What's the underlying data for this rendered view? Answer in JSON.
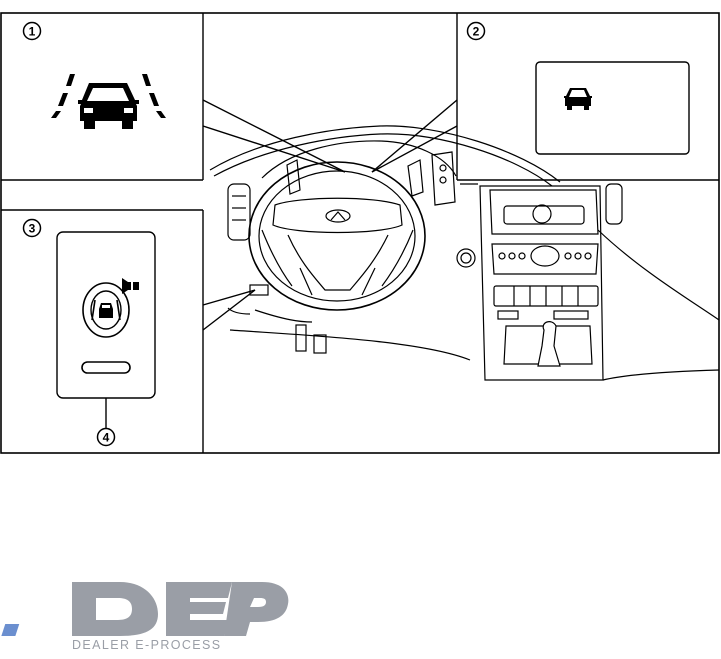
{
  "callouts": {
    "c1": "1",
    "c2": "2",
    "c3": "3",
    "c4": "4"
  },
  "icons": {
    "lane_departure": "lane-departure-car-icon",
    "display_indicator": "car-indicator-icon",
    "switch": "lane-departure-switch-icon"
  },
  "logo": {
    "letters": "DEP",
    "tagline": "DEALER E-PROCESS"
  },
  "colors": {
    "line": "#000000",
    "logo_gray": "#9a9ea6",
    "logo_accent": "#6b8fcf"
  }
}
